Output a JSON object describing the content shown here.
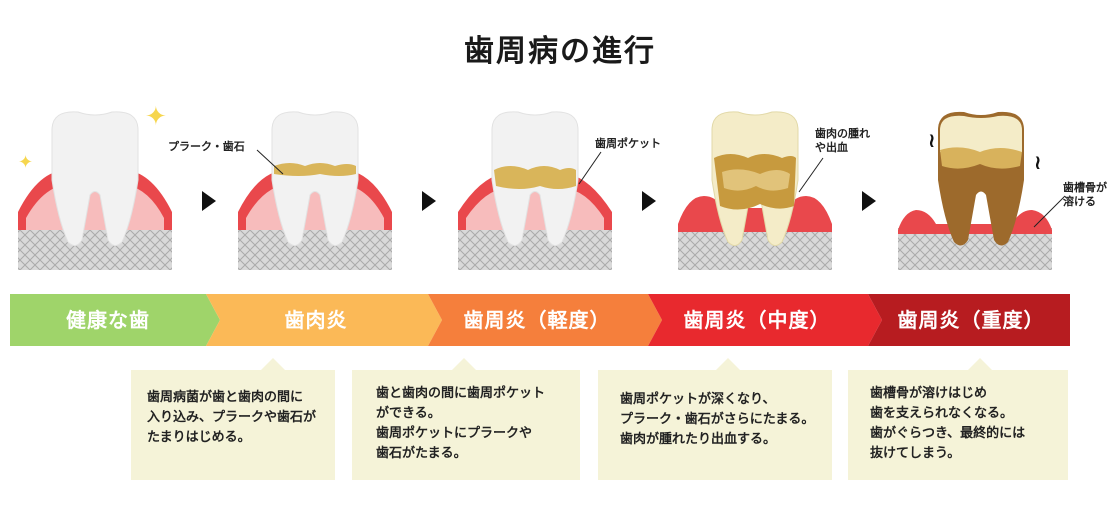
{
  "title": "歯周病の進行",
  "stages": [
    {
      "name": "健康な歯",
      "color": "#9fd46a"
    },
    {
      "name": "歯肉炎",
      "color": "#fbb957"
    },
    {
      "name": "歯周炎（軽度）",
      "color": "#f57f3c"
    },
    {
      "name": "歯周炎（中度）",
      "color": "#e8292e"
    },
    {
      "name": "歯周炎（重度）",
      "color": "#b71c20"
    }
  ],
  "callouts": {
    "plaque": "プラーク・歯石",
    "pocket": "歯周ポケット",
    "swelling": [
      "歯肉の腫れ",
      "や出血"
    ],
    "bone": [
      "歯槽骨が",
      "溶ける"
    ]
  },
  "descriptions": [
    [
      "歯周病菌が歯と歯肉の間に",
      "入り込み、プラークや歯石が",
      "たまりはじめる。"
    ],
    [
      "歯と歯肉の間に歯周ポケット",
      "ができる。",
      "歯周ポケットにプラークや",
      "歯石がたまる。"
    ],
    [
      "歯周ポケットが深くなり、",
      "プラーク・歯石がさらにたまる。",
      "歯肉が腫れたり出血する。"
    ],
    [
      "歯槽骨が溶けはじめ",
      "歯を支えられなくなる。",
      "歯がぐらつき、最終的には",
      "抜けてしまう。"
    ]
  ],
  "icons": [
    "sparkle-icon",
    "arrow-right-icon",
    "wobble-icon"
  ]
}
